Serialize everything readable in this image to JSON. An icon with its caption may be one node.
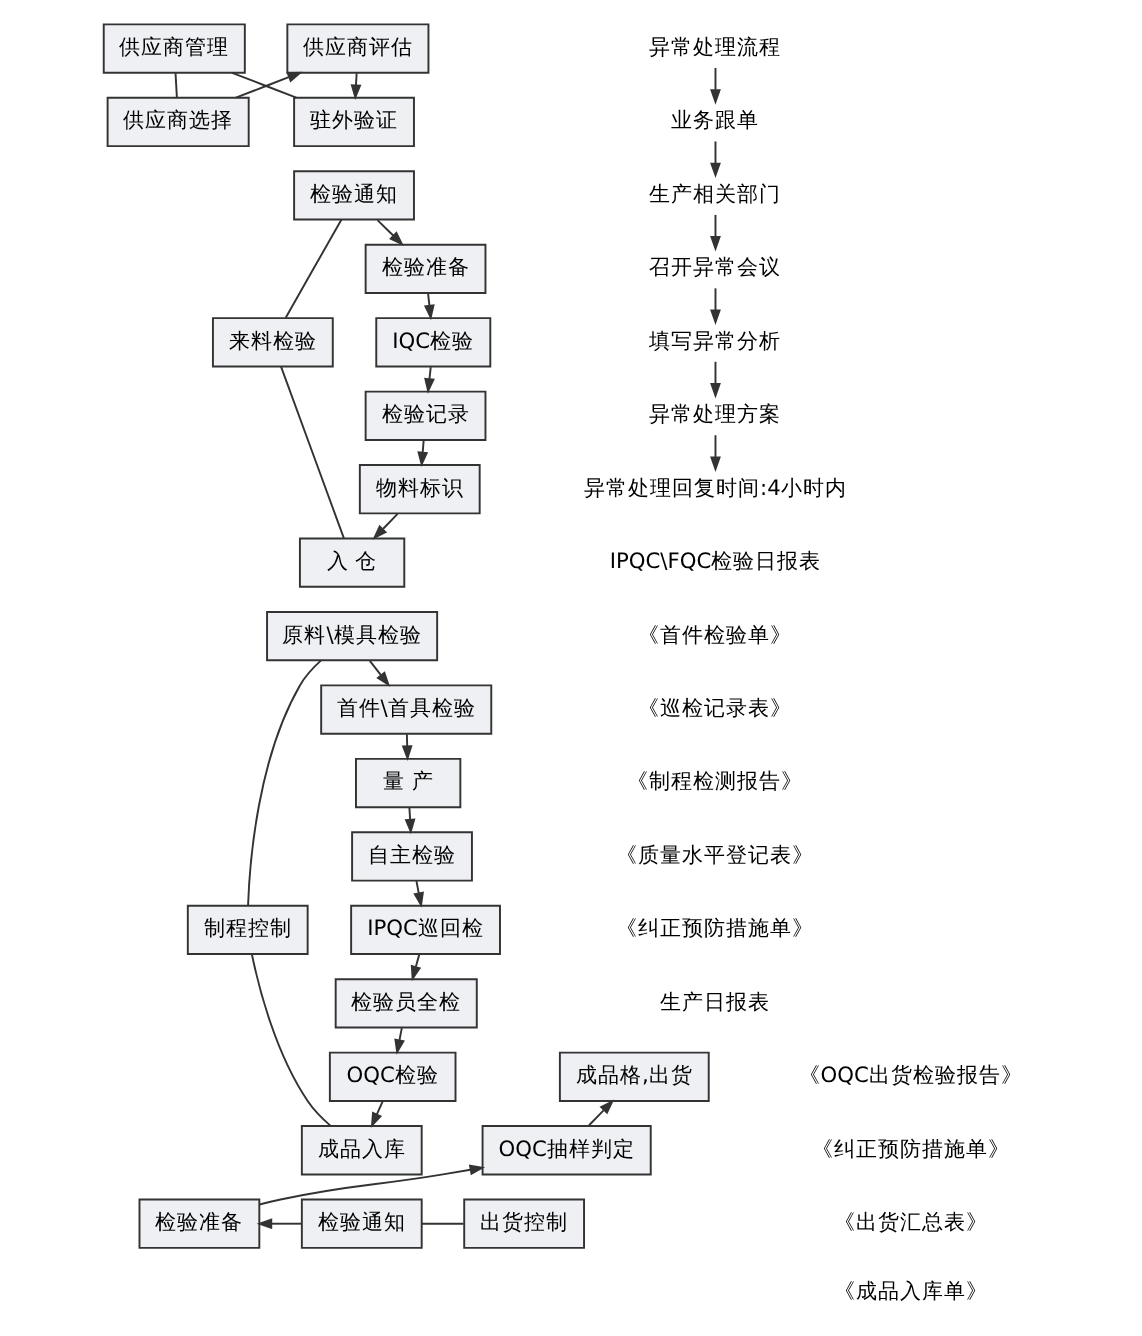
{
  "diagram": {
    "nodes": [
      {
        "text": [
          "供应商管理"
        ]
      },
      {
        "text": [
          "供应商选择"
        ]
      },
      {
        "text": [
          "供应商评估"
        ]
      },
      {
        "text": [
          "驻外验证"
        ]
      },
      {
        "text": [
          "来料检验"
        ]
      },
      {
        "text": [
          "检验通知"
        ]
      },
      {
        "text": [
          "检验准备"
        ]
      },
      {
        "text": [
          "IQC检验"
        ]
      },
      {
        "text": [
          "检验记录"
        ]
      },
      {
        "text": [
          "物料标识"
        ]
      },
      {
        "text": [
          "入 仓"
        ]
      },
      {
        "text": [
          "制程控制"
        ]
      },
      {
        "text": [
          "原料\\模具检验"
        ]
      },
      {
        "text": [
          "首件\\首具检验"
        ]
      },
      {
        "text": [
          "量 产"
        ]
      },
      {
        "text": [
          "自主检验"
        ]
      },
      {
        "text": [
          "IPQC巡回检"
        ]
      },
      {
        "text": [
          "检验员全检"
        ]
      },
      {
        "text": [
          "OQC检验"
        ]
      },
      {
        "text": [
          "成品入库"
        ]
      },
      {
        "text": [
          "出货控制"
        ]
      },
      {
        "text": [
          "检验通知"
        ]
      },
      {
        "text": [
          "检验准备"
        ]
      },
      {
        "text": [
          "OQC抽样判定"
        ]
      },
      {
        "text": [
          "成品格,出货"
        ]
      },
      {
        "text": [
          "异常处理流程"
        ]
      },
      {
        "text": [
          "业务跟单"
        ]
      },
      {
        "text": [
          "生产相关部门"
        ]
      },
      {
        "text": [
          "召开异常会议"
        ]
      },
      {
        "text": [
          "填写异常分析"
        ]
      },
      {
        "text": [
          "异常处理方案"
        ]
      },
      {
        "text": [
          "异常处理回复时间:4小时内"
        ]
      }
    ],
    "edges": [
      {
        "from": 0,
        "to": 1,
        "arrow": "none"
      },
      {
        "from": 0,
        "to": 3,
        "arrow": "none"
      },
      {
        "from": 1,
        "to": 2,
        "arrow": "to"
      },
      {
        "from": 2,
        "to": 3,
        "arrow": "to"
      },
      {
        "from": 4,
        "to": 5,
        "arrow": "none"
      },
      {
        "from": 4,
        "to": 10,
        "arrow": "none"
      },
      {
        "from": 5,
        "to": 6,
        "arrow": "to"
      },
      {
        "from": 6,
        "to": 7,
        "arrow": "to"
      },
      {
        "from": 7,
        "to": 8,
        "arrow": "to"
      },
      {
        "from": 8,
        "to": 9,
        "arrow": "to"
      },
      {
        "from": 9,
        "to": 10,
        "arrow": "to"
      },
      {
        "from": 11,
        "to": 12,
        "arrow": "none"
      },
      {
        "from": 11,
        "to": 19,
        "arrow": "none"
      },
      {
        "from": 12,
        "to": 13,
        "arrow": "to"
      },
      {
        "from": 13,
        "to": 14,
        "arrow": "to"
      },
      {
        "from": 14,
        "to": 15,
        "arrow": "to"
      },
      {
        "from": 15,
        "to": 16,
        "arrow": "to"
      },
      {
        "from": 16,
        "to": 17,
        "arrow": "to"
      },
      {
        "from": 17,
        "to": 18,
        "arrow": "to"
      },
      {
        "from": 18,
        "to": 19,
        "arrow": "to"
      },
      {
        "from": 20,
        "to": 21,
        "arrow": "none"
      },
      {
        "from": 21,
        "to": 22,
        "arrow": "to"
      },
      {
        "from": 22,
        "to": 23,
        "arrow": "to"
      },
      {
        "from": 23,
        "to": 24,
        "arrow": "to"
      },
      {
        "from": 25,
        "to": 26,
        "arrow": "to"
      },
      {
        "from": 26,
        "to": 27,
        "arrow": "to"
      },
      {
        "from": 27,
        "to": 28,
        "arrow": "to"
      },
      {
        "from": 28,
        "to": 29,
        "arrow": "to"
      },
      {
        "from": 29,
        "to": 30,
        "arrow": "to"
      },
      {
        "from": 30,
        "to": 31,
        "arrow": "to"
      }
    ],
    "labels": [
      "IPQC\\FQC检验日报表",
      "《首件检验单》",
      "《巡检记录表》",
      "《制程检测报告》",
      "《质量水平登记表》",
      "《纠正预防措施单》",
      "生产日报表",
      "《OQC出货检验报告》",
      "《纠正预防措施单》",
      "《出货汇总表》",
      "《成品入库单》"
    ]
  }
}
